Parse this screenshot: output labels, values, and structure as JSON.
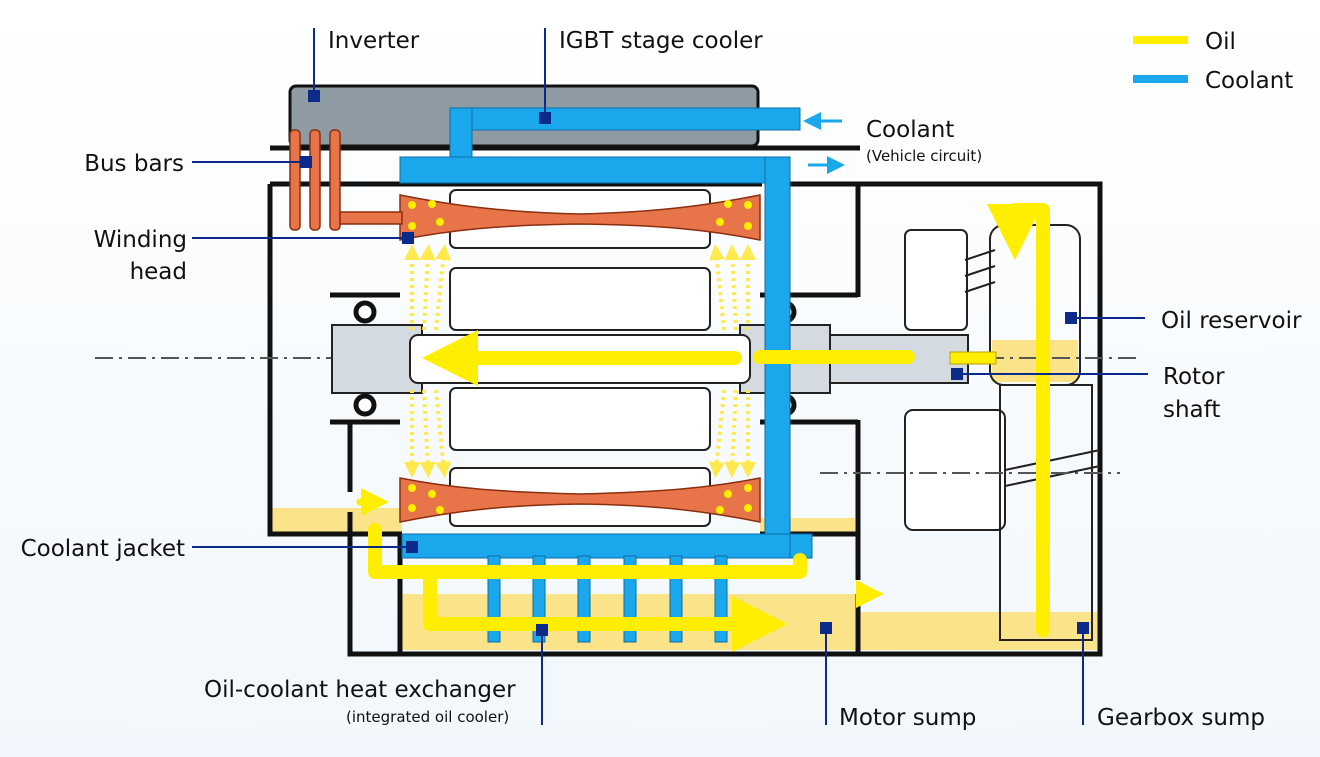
{
  "legend": {
    "oil": "Oil",
    "coolant": "Coolant"
  },
  "labels": {
    "inverter": "Inverter",
    "igbt": "IGBT stage cooler",
    "coolant_in": "Coolant",
    "coolant_sub": "(Vehicle circuit)",
    "bus_bars": "Bus bars",
    "winding_1": "Winding",
    "winding_2": "head",
    "coolant_jacket": "Coolant jacket",
    "hx": "Oil-coolant heat exchanger",
    "hx_sub": "(integrated oil cooler)",
    "motor_sump": "Motor sump",
    "gearbox_sump": "Gearbox sump",
    "oil_reservoir": "Oil reservoir",
    "rotor_1": "Rotor",
    "rotor_2": "shaft"
  },
  "colors": {
    "oil": "#ffee00",
    "oil_pool": "#fbe38a",
    "coolant": "#1aa7ec",
    "winding": "#e8754a",
    "inverter": "#8f9ba3",
    "callout": "#0b2a8a",
    "outline": "#111111"
  }
}
